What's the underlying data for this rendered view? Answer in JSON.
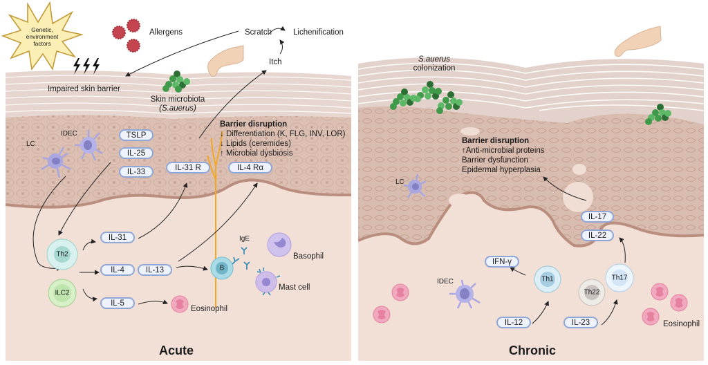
{
  "panels": {
    "acute": {
      "title": "Acute",
      "triggers": {
        "star_text": [
          "Genetic,",
          "environment",
          "factors"
        ],
        "allergens": "Allergens",
        "impaired_barrier": "Impaired skin barrier",
        "microbiota": "Skin microbiota",
        "microbiota_species": "(S.auerus)"
      },
      "itch_cycle": {
        "scratch": "Scratch",
        "lichenification": "Lichenification",
        "itch": "Itch"
      },
      "cells": {
        "lc": "LC",
        "idec": "IDEC",
        "th2": "Th2",
        "ilc2": "ILC2",
        "b_cell": "B",
        "ige": "IgE",
        "basophil": "Basophil",
        "mast_cell": "Mast cell",
        "eosinophil": "Eosinophil"
      },
      "cytokines": {
        "tslp": "TSLP",
        "il25": "IL-25",
        "il33": "IL-33",
        "il31r": "IL-31 R",
        "il4ra": "IL-4 Rα",
        "il31": "IL-31",
        "il4": "IL-4",
        "il13": "IL-13",
        "il5": "IL-5"
      },
      "barrier_disruption": {
        "heading": "Barrier disruption",
        "items": [
          "↓ Differentiation (K, FLG, INV, LOR)",
          "↓ Lipids (ceremides)",
          "↑ Microbial dysbiosis"
        ]
      }
    },
    "chronic": {
      "title": "Chronic",
      "colonization_species": "S.auerus",
      "colonization": "colonization",
      "cells": {
        "lc": "LC",
        "idec": "IDEC",
        "th1": "Th1",
        "th22": "Th22",
        "th17": "Th17",
        "eosinophil": "Eosinophil"
      },
      "cytokines": {
        "ifng": "IFN-γ",
        "il12": "IL-12",
        "il23": "IL-23",
        "il17": "IL-17",
        "il22": "IL-22"
      },
      "barrier_disruption": {
        "heading": "Barrier disruption",
        "items": [
          "↑Anti-microbial proteins",
          "Barrier dysfunction",
          "Epidermal hyperplasia"
        ]
      }
    }
  },
  "colors": {
    "dermis": "#f2dfd6",
    "epidermis": "#dcbfb3",
    "stratum": "#e3d2cb",
    "cytokine_border": "#8fa6d6",
    "cytokine_fill": "#eef3fb",
    "dendritic_cell": "#a9a6e0",
    "bacteria": "#3f9a4a",
    "allergen": "#c4444f",
    "eosinophil": "#e67f9f",
    "nerve": "#f0a825",
    "ige": "#3c8fb5"
  }
}
